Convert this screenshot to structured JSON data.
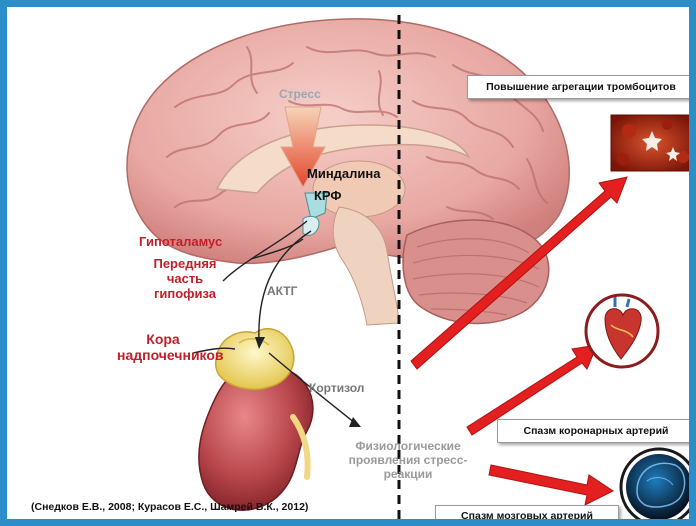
{
  "labels": {
    "stress": "Стресс",
    "amygdala": "Миндалина",
    "crf": "КРФ",
    "hypothalamus": "Гипоталамус",
    "pituitary": "Передняя часть гипофиза",
    "acth": "АКТГ",
    "adrenal_cortex": "Кора надпочечников",
    "cortisol": "Кортизол",
    "physio": "Физиологические проявления стресс-реакции"
  },
  "effects": [
    {
      "label": "Повышение агрегации тромбоцитов",
      "icon": "platelet-aggregation-image"
    },
    {
      "label": "Спазм коронарных артерий",
      "icon": "heart-image"
    },
    {
      "label": "Спазм мозговых артерий",
      "icon": "brain-scan-image"
    }
  ],
  "citation": "(Снедков Е.В., 2008; Курасов Е.С., Шамрей В.К., 2012)",
  "colors": {
    "frame": "#2b8ec9",
    "accent_red": "#c0202a",
    "arrow_red": "#e31f1f",
    "brain": "#e8a7a2",
    "kidney": "#b9474c",
    "adrenal": "#f2df7a"
  }
}
